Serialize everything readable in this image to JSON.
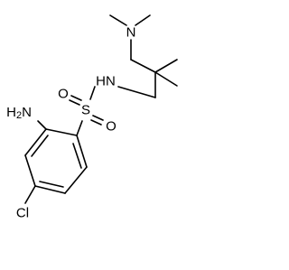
{
  "molecule": {
    "atoms": {
      "dimethylamino_n": "N",
      "sulfonamide_nh": "HN",
      "sulfur": "S",
      "oxygen_left": "O",
      "oxygen_right": "O",
      "amino": "H2N",
      "chlorine": "Cl"
    },
    "colors": {
      "bond": "#000000",
      "label": "#000000",
      "background": "#ffffff"
    }
  }
}
